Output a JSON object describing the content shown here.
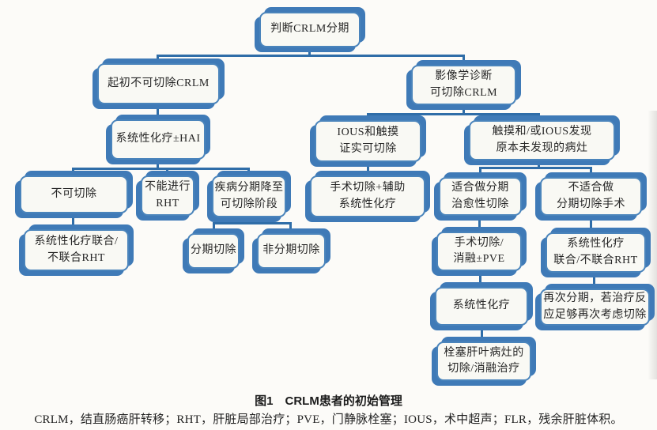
{
  "figure": {
    "caption": "图1　CRLM患者的初始管理",
    "abbreviations": "CRLM，结直肠癌肝转移；RHT，肝脏局部治疗；PVE，门静脉栓塞；IOUS，术中超声；FLR，残余肝脏体积。"
  },
  "colors": {
    "box_fill": "#f9f9f4",
    "box_border": "#4a84bb",
    "box_shadow": "#3f7ab7",
    "connector_line": "#2f6da8",
    "background": "#fcfbf8"
  },
  "nodes": {
    "root": "判断CRLM分期",
    "initially_unresectable": "起初不可切除CRLM",
    "imaging_resectable": "影像学诊断\n可切除CRLM",
    "systemic_chemo_hai": "系统性化疗±HAI",
    "ious_palpation_confirm": "IOUS和触摸\n证实可切除",
    "palpation_ious_found": "触摸和/或IOUS发现\n原本未发现的病灶",
    "unresectable": "不可切除",
    "cannot_rht": "不能进行\nRHT",
    "downstaged_resectable": "疾病分期降至\n可切除阶段",
    "surgery_adjuvant_chemo": "手术切除+辅助\n系统性化疗",
    "fit_staged_curative": "适合做分期\n治愈性切除",
    "unfit_staged_resection": "不适合做\n分期切除手术",
    "sys_chemo_with_without_rht_left": "系统性化疗联合/\n不联合RHT",
    "staged_resection": "分期切除",
    "non_staged_resection": "非分期切除",
    "resection_ablation_pve": "手术切除/\n消融±PVE",
    "sys_chemo_with_without_rht_right": "系统性化疗\n联合/不联合RHT",
    "systemic_chemo": "系统性化疗",
    "restage_consider_resection": "再次分期，若治疗反\n应足够再次考虑切除",
    "embolized_lobe_treatment": "栓塞肝叶病灶的\n切除/消融治疗"
  }
}
